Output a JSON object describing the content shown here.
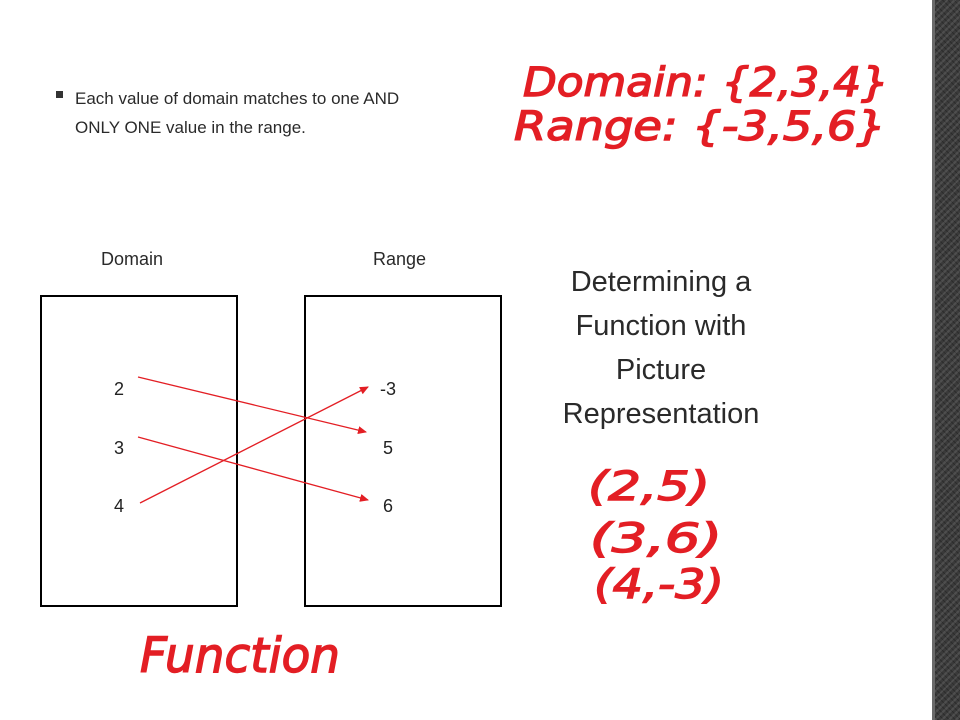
{
  "bullet": {
    "text": "Each value of domain matches to one AND ONLY ONE value in the range."
  },
  "labels": {
    "domain": "Domain",
    "range": "Range"
  },
  "domain_values": [
    "2",
    "3",
    "4"
  ],
  "range_values": [
    "-3",
    "5",
    "6"
  ],
  "mappings": [
    {
      "from": "2",
      "to": "5"
    },
    {
      "from": "3",
      "to": "6"
    },
    {
      "from": "4",
      "to": "-3"
    }
  ],
  "title": {
    "line1": "Determining a",
    "line2": "Function with",
    "line3": "Picture",
    "line4": "Representation"
  },
  "handwriting": {
    "domain_set": "Domain: {2,3,4}",
    "range_set": "Range: {-3,5,6}",
    "pair1": "(2,5)",
    "pair2": "(3,6)",
    "pair3": "(4,-3)",
    "conclusion": "Function"
  },
  "colors": {
    "ink": "#e31e24",
    "arrow": "#e31e24",
    "edge_strip": "#3a3a3a"
  }
}
